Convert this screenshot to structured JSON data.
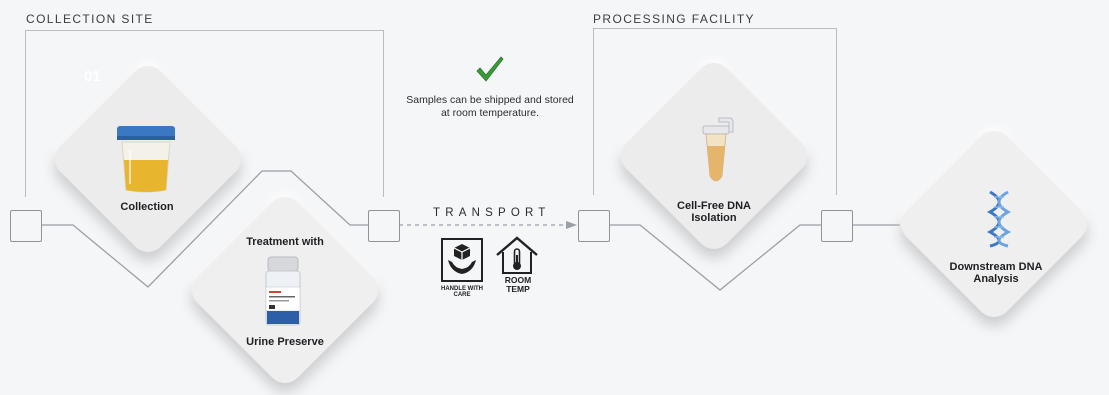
{
  "sections": {
    "collection": "COLLECTION SITE",
    "processing": "PROCESSING FACILITY"
  },
  "step_number": "01",
  "note": "Samples can be shipped and stored at room temperature.",
  "transport_label": "TRANSPORT",
  "steps": {
    "collection": "Collection",
    "treatment_top": "Treatment with",
    "treatment_bottom": "Urine Preserve",
    "isolation": "Cell-Free DNA Isolation",
    "analysis": "Downstream DNA Analysis"
  },
  "icons": {
    "handle": {
      "name": "handle-with-care-icon",
      "caption": "HANDLE WITH CARE"
    },
    "temp": {
      "name": "room-temp-icon",
      "caption": "ROOM TEMP"
    },
    "check": {
      "name": "checkmark-icon",
      "color": "#3a9a3a"
    }
  },
  "colors": {
    "line": "#8f949b",
    "cup_lid": "#3b78c4",
    "urine": "#e8b52e",
    "check": "#3a9a3a"
  }
}
